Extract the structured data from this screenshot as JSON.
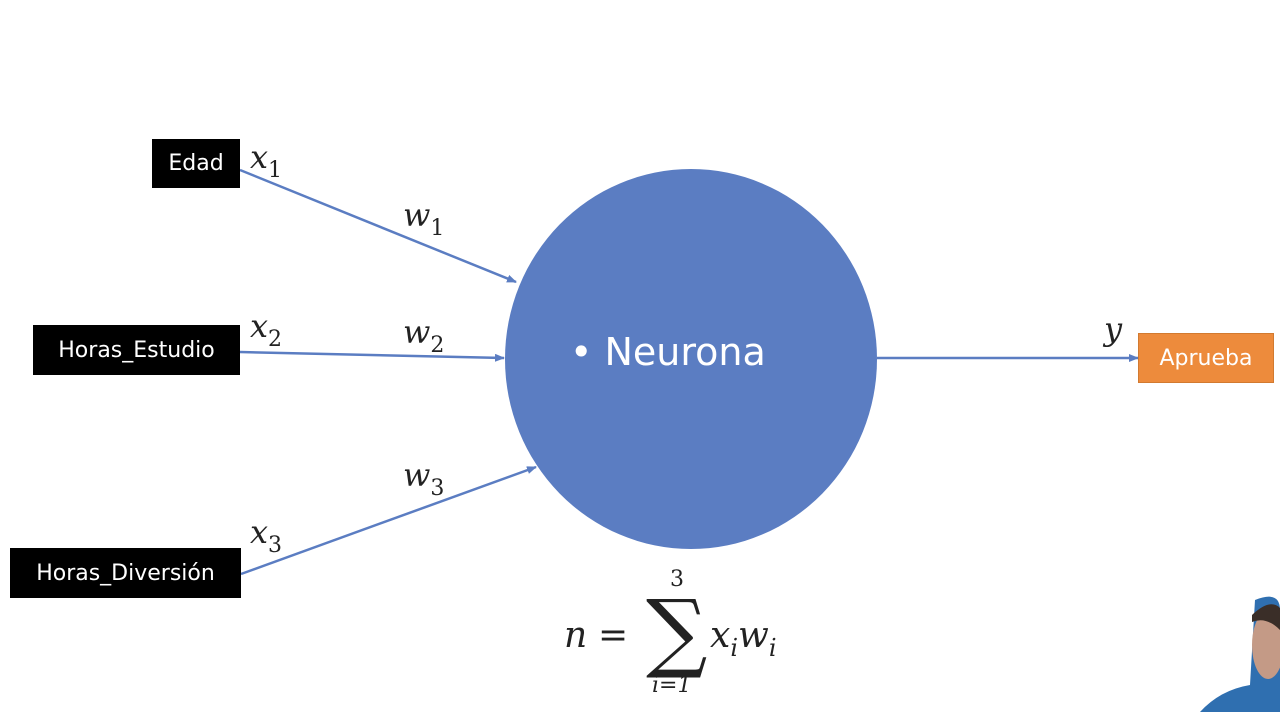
{
  "inputs": {
    "edad": "Edad",
    "horas_estudio": "Horas_Estudio",
    "horas_diversion": "Horas_Diversión"
  },
  "input_vars": {
    "x1": {
      "base": "x",
      "sub": "1"
    },
    "x2": {
      "base": "x",
      "sub": "2"
    },
    "x3": {
      "base": "x",
      "sub": "3"
    }
  },
  "weights": {
    "w1": {
      "base": "w",
      "sub": "1"
    },
    "w2": {
      "base": "w",
      "sub": "2"
    },
    "w3": {
      "base": "w",
      "sub": "3"
    }
  },
  "neuron": {
    "label": "• Neurona",
    "color": "#5b7dc2"
  },
  "output": {
    "var": "y",
    "label": "Aprueba",
    "color": "#ed8b3c"
  },
  "formula": {
    "lhs": "n",
    "equals": "=",
    "sigma": "∑",
    "upper": "3",
    "lower": "i=1",
    "term1": "x",
    "sub1": "i",
    "term2": "w",
    "sub2": "i"
  },
  "colors": {
    "arrow": "#5b7dc2",
    "input_box": "#000000"
  }
}
